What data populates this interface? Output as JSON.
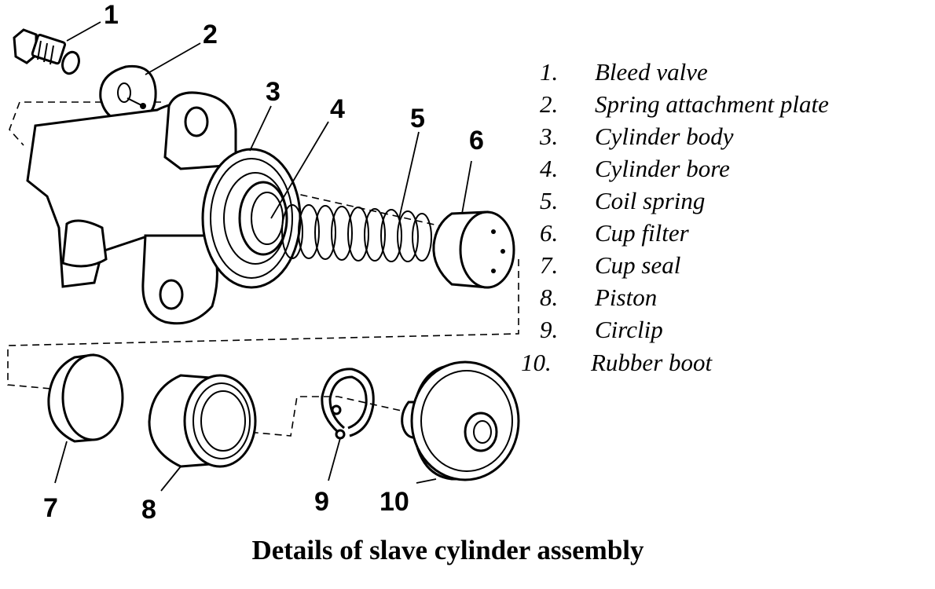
{
  "callouts": [
    "1",
    "2",
    "3",
    "4",
    "5",
    "6",
    "7",
    "8",
    "9",
    "10"
  ],
  "legend": [
    {
      "num": "1.",
      "label": "Bleed valve"
    },
    {
      "num": "2.",
      "label": "Spring attachment plate"
    },
    {
      "num": "3.",
      "label": "Cylinder body"
    },
    {
      "num": "4.",
      "label": "Cylinder bore"
    },
    {
      "num": "5.",
      "label": "Coil spring"
    },
    {
      "num": "6.",
      "label": "Cup filter"
    },
    {
      "num": "7.",
      "label": "Cup seal"
    },
    {
      "num": "8.",
      "label": "Piston"
    },
    {
      "num": "9.",
      "label": "Circlip"
    },
    {
      "num": "10.",
      "label": "Rubber boot"
    }
  ],
  "caption": "Details of slave cylinder assembly",
  "parts": {
    "bleed_valve": "bleed-valve-drawing",
    "spring_plate": "spring-plate-drawing",
    "cylinder_body": "cylinder-body-drawing",
    "cylinder_bore": "cylinder-bore-drawing",
    "coil_spring": "coil-spring-drawing",
    "cup_filter": "cup-filter-drawing",
    "cup_seal": "cup-seal-drawing",
    "piston": "piston-drawing",
    "circlip": "circlip-drawing",
    "rubber_boot": "rubber-boot-drawing"
  }
}
